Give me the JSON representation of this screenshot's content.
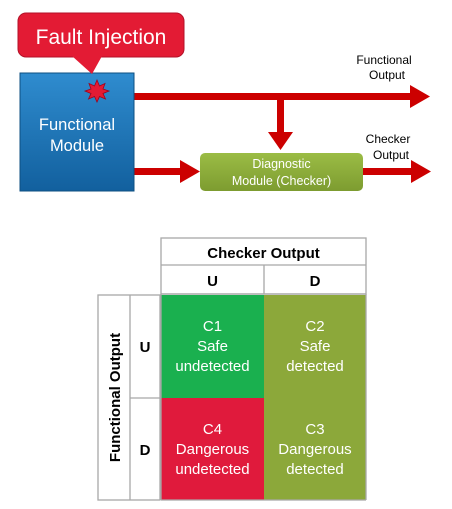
{
  "fault_callout": {
    "label": "Fault Injection"
  },
  "functional_module": {
    "line1": "Functional",
    "line2": "Module"
  },
  "diagnostic_module": {
    "line1": "Diagnostic",
    "line2": "Module (Checker)"
  },
  "outputs": {
    "functional": {
      "line1": "Functional",
      "line2": "Output"
    },
    "checker": {
      "line1": "Checker",
      "line2": "Output"
    }
  },
  "matrix": {
    "col_header": "Checker Output",
    "row_header": "Functional Output",
    "col_u": "U",
    "col_d": "D",
    "row_u": "U",
    "row_d": "D",
    "cells": {
      "c1": {
        "id": "C1",
        "line1": "Safe",
        "line2": "undetected"
      },
      "c2": {
        "id": "C2",
        "line1": "Safe",
        "line2": "detected"
      },
      "c4": {
        "id": "C4",
        "line1": "Dangerous",
        "line2": "undetected"
      },
      "c3": {
        "id": "C3",
        "line1": "Dangerous",
        "line2": "detected"
      }
    }
  },
  "colors": {
    "callout_red": "#e31b34",
    "module_blue": "#1a75b8",
    "checker_green": "#8cab3c",
    "arrow_red": "#cc0000",
    "cell_green": "#1ab04f",
    "cell_olive": "#8ca83a",
    "cell_red": "#e01a3c"
  }
}
